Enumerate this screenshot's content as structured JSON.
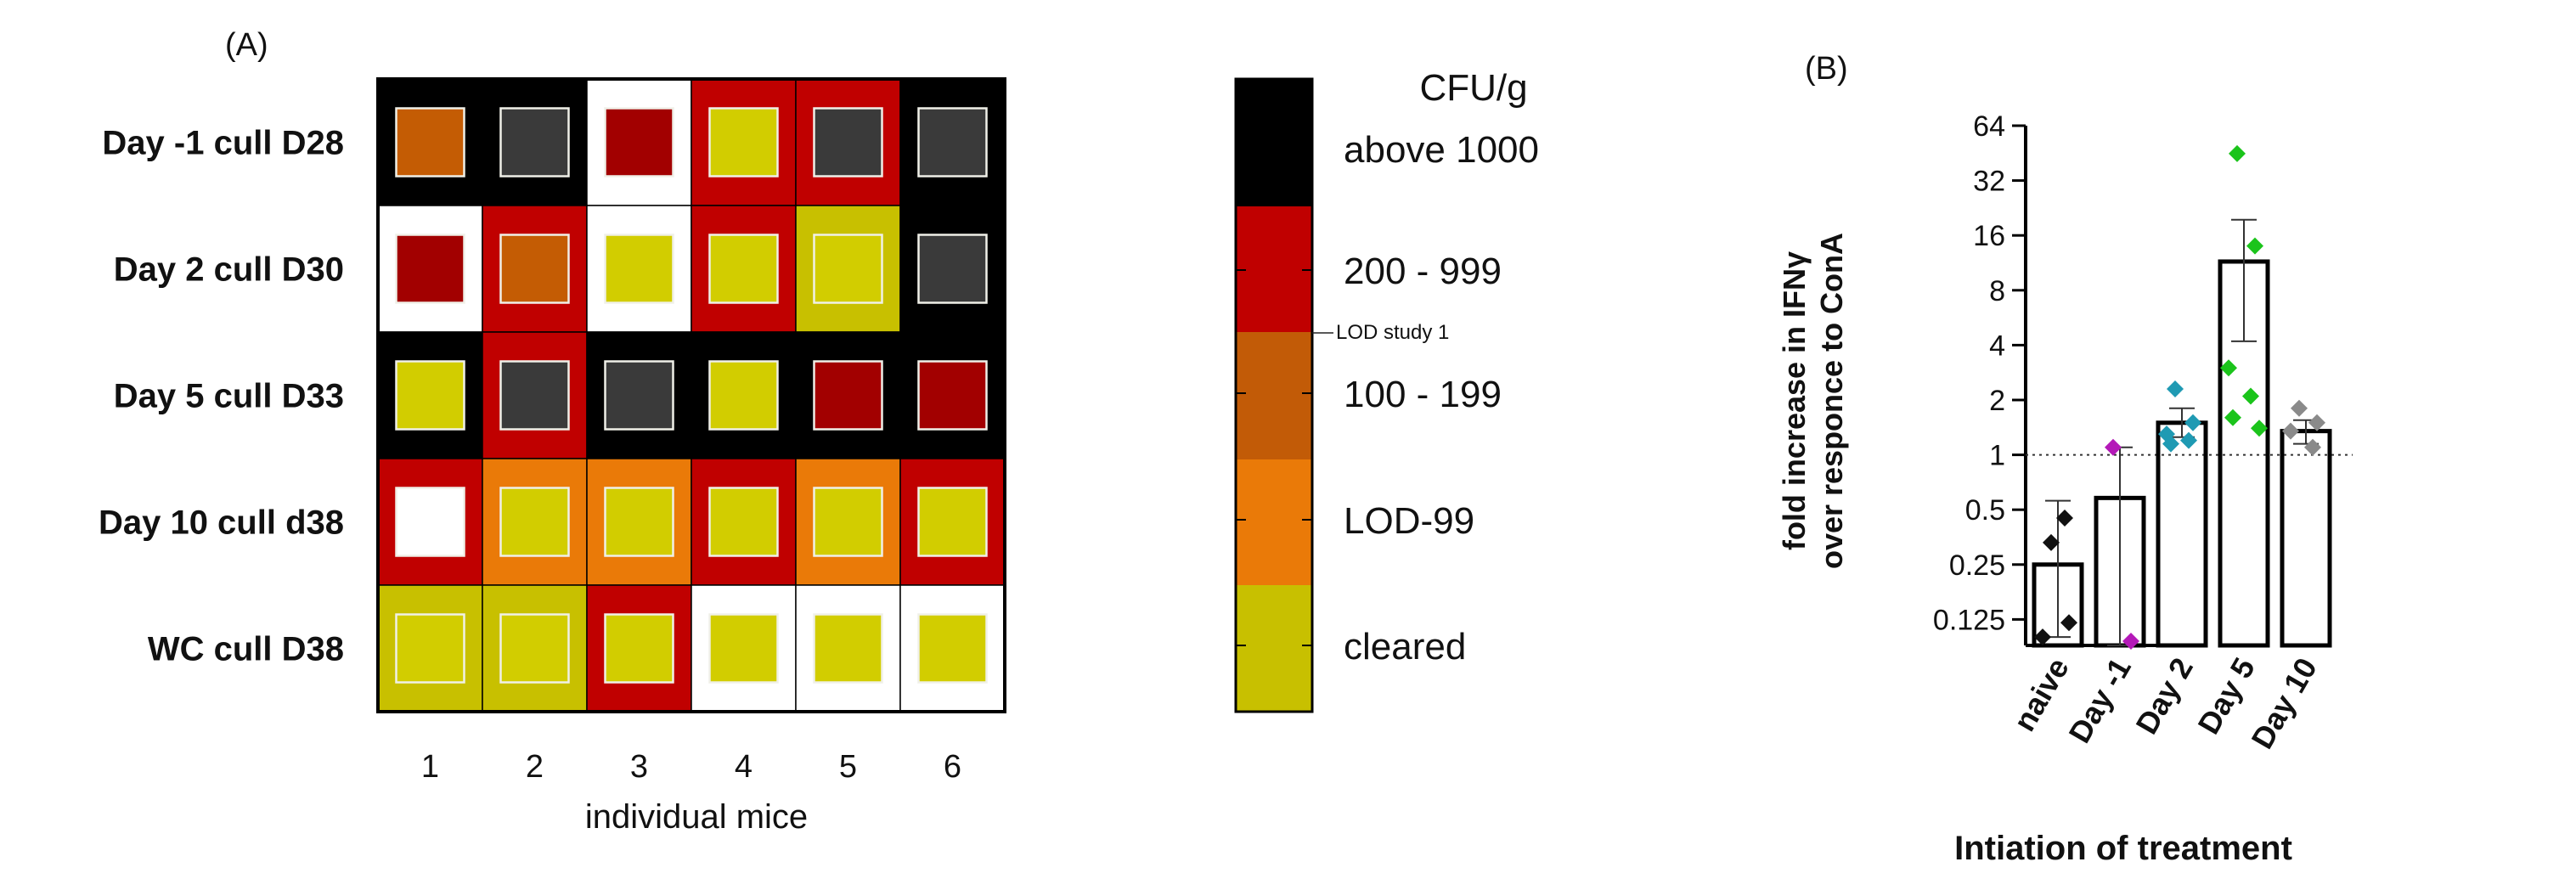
{
  "colors": {
    "above_1000": "#000000",
    "r200_999": "#c00000",
    "r100_199": "#c25b07",
    "lod_99": "#ea7a08",
    "cleared": "#c8c000",
    "none": "#ffffff",
    "inner_dark": "#3a3a3a",
    "inner_darkred": "#a20000",
    "inner_brown": "#c45c04",
    "inner_yellow": "#d2cd00",
    "inner_white": "#ffffff"
  },
  "chart_data": [
    {
      "panel": "(A)",
      "type": "heatmap",
      "rows": [
        "Day -1 cull D28",
        "Day 2 cull D30",
        "Day 5 cull D33",
        "Day 10 cull d38",
        "WC cull D38"
      ],
      "columns": [
        "1",
        "2",
        "3",
        "4",
        "5",
        "6"
      ],
      "xlabel": "individual mice",
      "cells_outer": [
        [
          "above_1000",
          "above_1000",
          "none",
          "r200_999",
          "r200_999",
          "above_1000"
        ],
        [
          "none",
          "r200_999",
          "none",
          "r200_999",
          "cleared",
          "above_1000"
        ],
        [
          "above_1000",
          "r200_999",
          "above_1000",
          "above_1000",
          "above_1000",
          "above_1000"
        ],
        [
          "r200_999",
          "lod_99",
          "lod_99",
          "r200_999",
          "lod_99",
          "r200_999"
        ],
        [
          "cleared",
          "cleared",
          "r200_999",
          "none",
          "none",
          "none"
        ]
      ],
      "cells_inner": [
        [
          "inner_brown",
          "inner_dark",
          "inner_darkred",
          "inner_yellow",
          "inner_dark",
          "inner_dark"
        ],
        [
          "inner_darkred",
          "inner_brown",
          "inner_yellow",
          "inner_yellow",
          "inner_yellow",
          "inner_dark"
        ],
        [
          "inner_yellow",
          "inner_dark",
          "inner_dark",
          "inner_yellow",
          "inner_darkred",
          "inner_darkred"
        ],
        [
          "inner_white",
          "inner_yellow",
          "inner_yellow",
          "inner_yellow",
          "inner_yellow",
          "inner_yellow"
        ],
        [
          "inner_yellow",
          "inner_yellow",
          "inner_yellow",
          "inner_yellow",
          "inner_yellow",
          "inner_yellow"
        ]
      ],
      "legend": {
        "title": "CFU/g",
        "bins": [
          {
            "label": "above 1000",
            "color_key": "above_1000"
          },
          {
            "label": "200 - 999",
            "color_key": "r200_999"
          },
          {
            "label": "100 - 199",
            "color_key": "r100_199"
          },
          {
            "label": "LOD-99",
            "color_key": "lod_99"
          },
          {
            "label": "cleared",
            "color_key": "cleared"
          }
        ],
        "annotation": "LOD study 1"
      }
    },
    {
      "panel": "(B)",
      "type": "bar",
      "xlabel": "Intiation of treatment",
      "ylabel": [
        "fold increase in IFNγ",
        "over responce to ConA"
      ],
      "yscale": "log2",
      "ylim": [
        0.09,
        64
      ],
      "yticks": [
        0.125,
        0.25,
        0.5,
        1,
        2,
        4,
        8,
        16,
        32,
        64
      ],
      "ytick_labels": [
        "0.125",
        "0.25",
        "0.5",
        "1",
        "2",
        "4",
        "8",
        "16",
        "32",
        "64"
      ],
      "reference_line": 1,
      "categories": [
        "naive",
        "Day -1",
        "Day 2",
        "Day 5",
        "Day 10"
      ],
      "values": [
        0.25,
        0.58,
        1.5,
        11.5,
        1.35
      ],
      "error_low": [
        0.1,
        0.09,
        1.25,
        4.2,
        1.15
      ],
      "error_high": [
        0.56,
        1.1,
        1.8,
        19.5,
        1.55
      ],
      "point_colors": [
        "#111111",
        "#b419b8",
        "#1f9ab3",
        "#1bc41b",
        "#8a8a8a"
      ],
      "points": [
        [
          0.33,
          0.12,
          0.1,
          0.45
        ],
        [
          1.1,
          0.095
        ],
        [
          2.3,
          1.5,
          1.3,
          1.2,
          1.15
        ],
        [
          45,
          14,
          3,
          2.1,
          1.6,
          1.4
        ],
        [
          1.8,
          1.5,
          1.35,
          1.1
        ]
      ]
    }
  ]
}
